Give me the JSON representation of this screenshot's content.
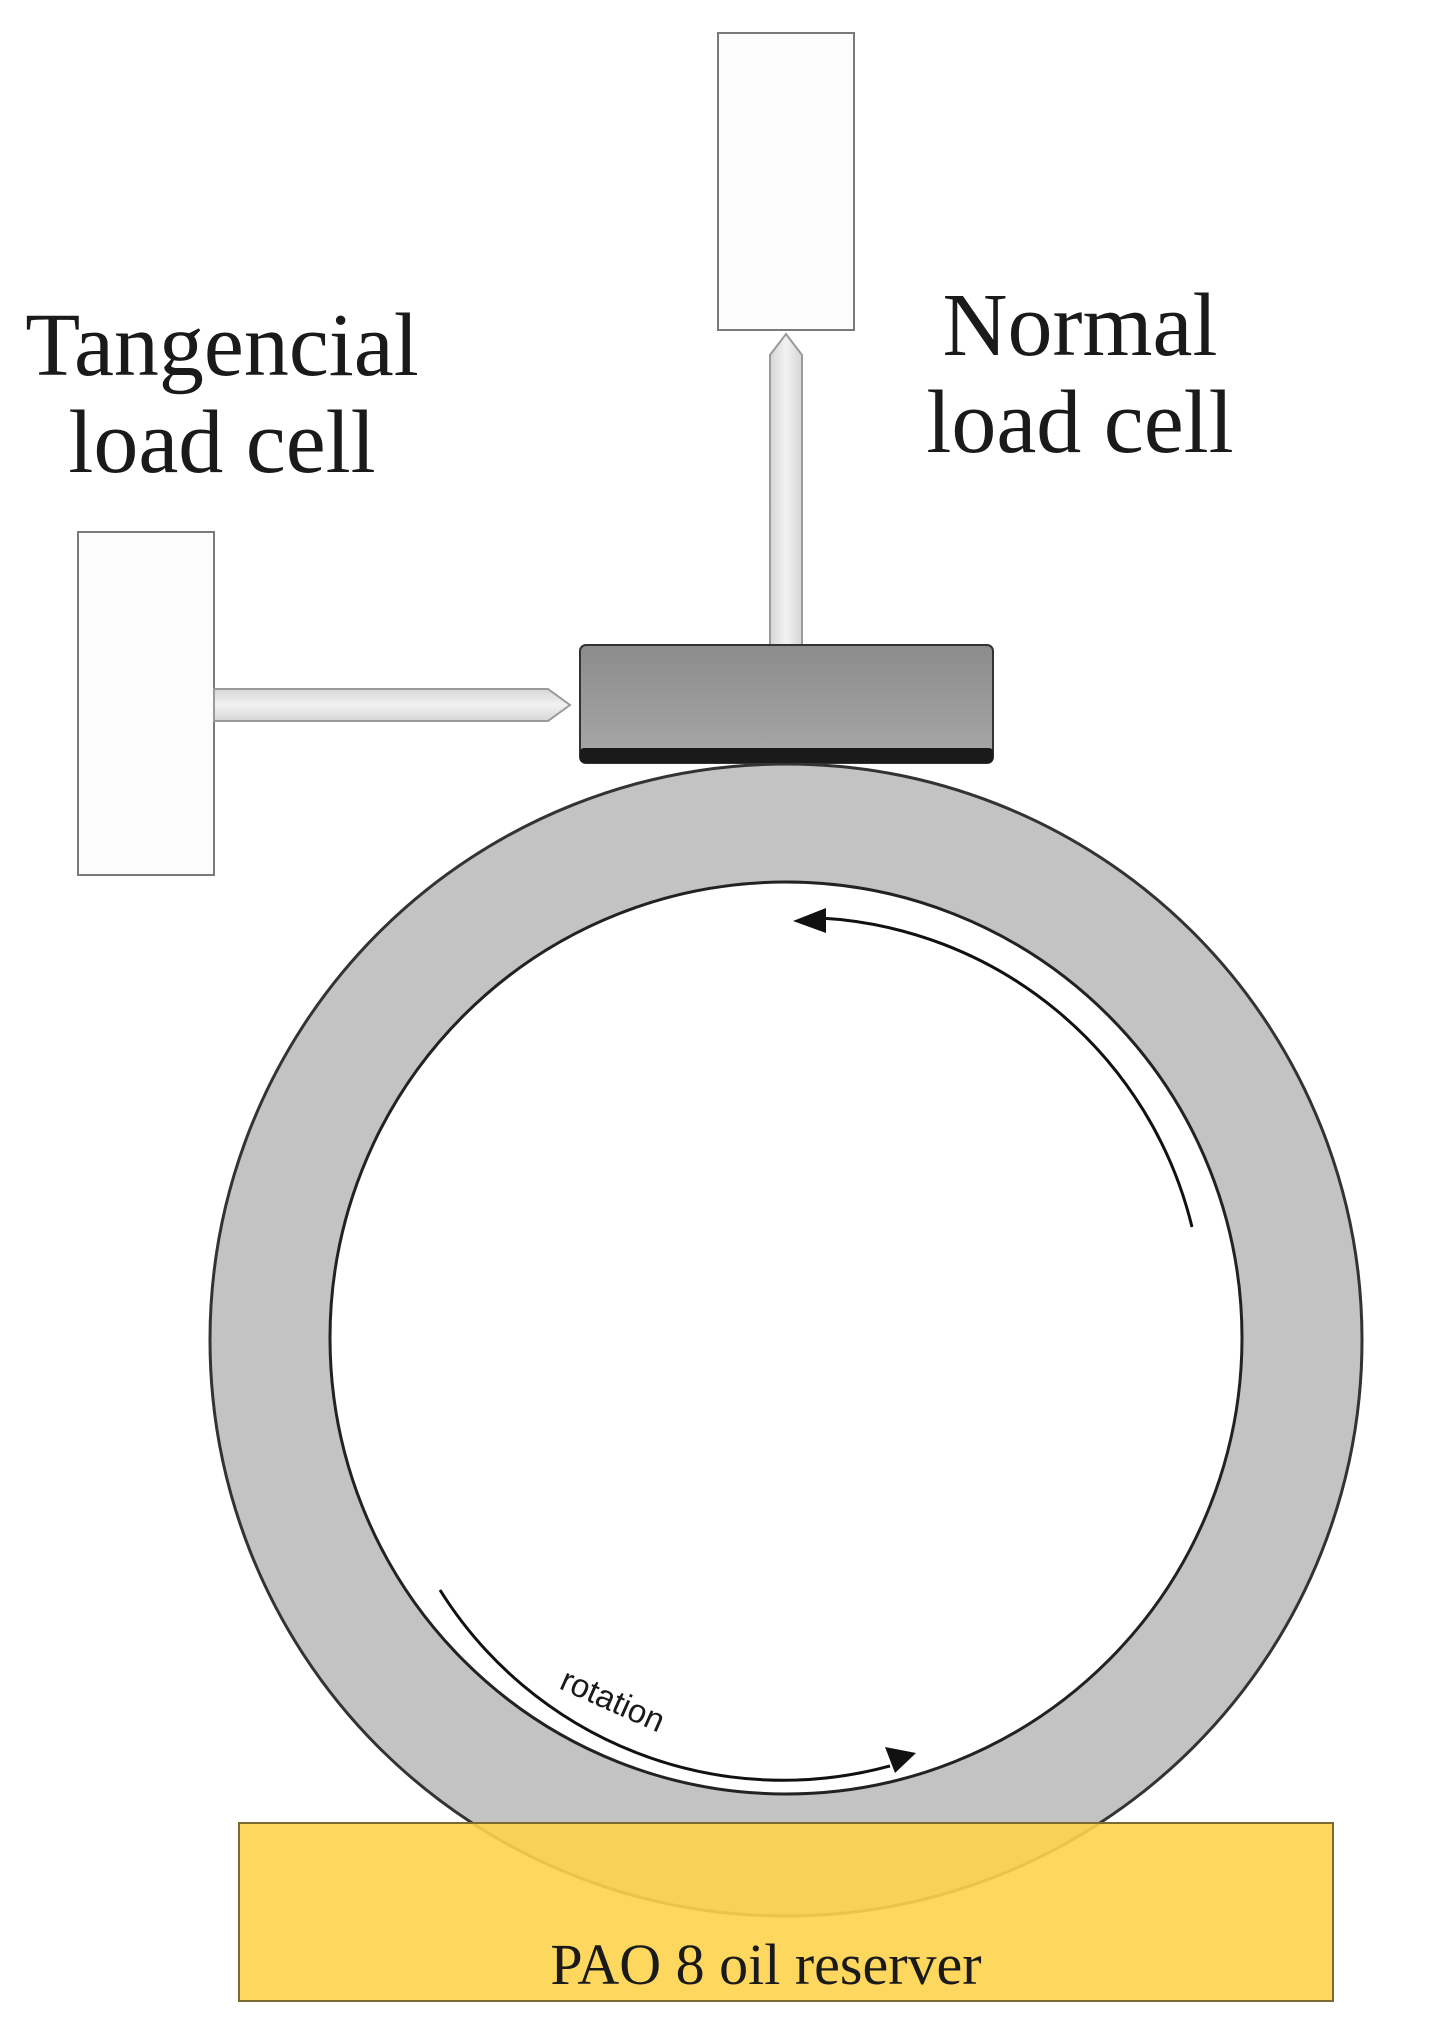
{
  "labels": {
    "tangential_line1": "Tangencial",
    "tangential_line2": "load cell",
    "normal_line1": "Normal",
    "normal_line2": "load cell",
    "rotation": "rotation",
    "reservoir": "PAO 8 oil reserver"
  },
  "colors": {
    "load_cell_fill": "#fcfcfc",
    "load_cell_stroke": "#7a7a7a",
    "rod_fill": "#e6e6e6",
    "block_fill": "#9e9e9e",
    "block_base": "#1a1a1a",
    "ring_fill": "#c3c3c3",
    "ring_stroke": "#333333",
    "oil_fill": "#fdd34c",
    "oil_stroke": "#7d6a30",
    "arrow": "#111111"
  }
}
